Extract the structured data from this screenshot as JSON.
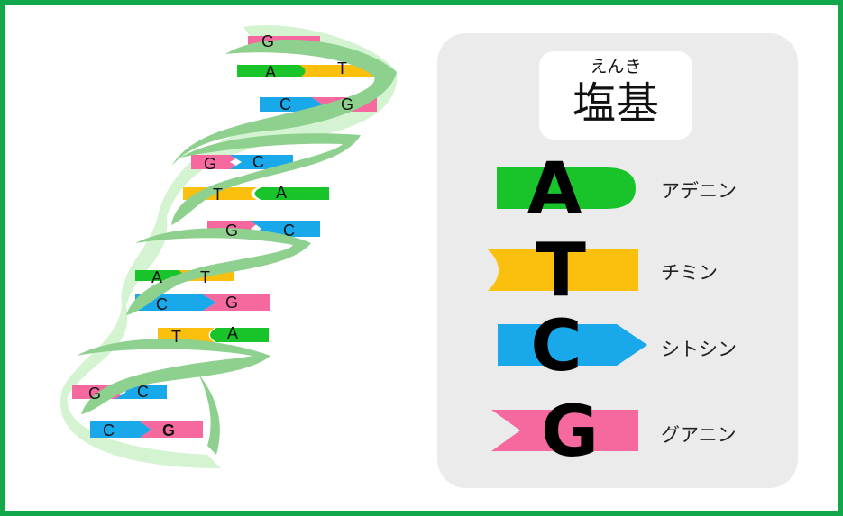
{
  "title": {
    "ruby": "えんき",
    "main": "塩基"
  },
  "colors": {
    "border": "#10a84a",
    "backbone": "#8ed08e",
    "backbone_light": "#c9f0c4",
    "adenine": "#19c42a",
    "thymine": "#fbbf0e",
    "cytosine": "#19a9ea",
    "guanine": "#f5699e",
    "panel": "#ebebeb"
  },
  "legend": [
    {
      "letter": "A",
      "name": "アデニン",
      "shape": "rounded-tab",
      "color": "#19c42a"
    },
    {
      "letter": "T",
      "name": "チミン",
      "shape": "notched",
      "color": "#fbbf0e"
    },
    {
      "letter": "C",
      "name": "シトシン",
      "shape": "arrow",
      "color": "#19a9ea"
    },
    {
      "letter": "G",
      "name": "グアニン",
      "shape": "chevron-tail",
      "color": "#f5699e"
    }
  ],
  "helix_rungs": [
    {
      "left": "G",
      "right": ""
    },
    {
      "left": "A",
      "right": "T"
    },
    {
      "left": "C",
      "right": "G"
    },
    {
      "left": "G",
      "right": "C"
    },
    {
      "left": "T",
      "right": "A"
    },
    {
      "left": "G",
      "right": "C"
    },
    {
      "left": "A",
      "right": "T"
    },
    {
      "left": "C",
      "right": "G"
    },
    {
      "left": "T",
      "right": "A"
    },
    {
      "left": "G",
      "right": "C"
    },
    {
      "left": "C",
      "right": "G"
    }
  ]
}
